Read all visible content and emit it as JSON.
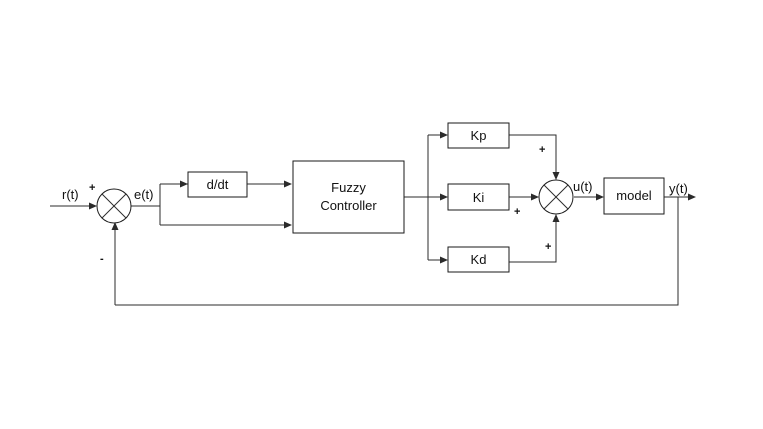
{
  "signals": {
    "reference": "r(t)",
    "error": "e(t)",
    "control": "u(t)",
    "output": "y(t)"
  },
  "blocks": {
    "derivative": "d/dt",
    "fuzzy_line1": "Fuzzy",
    "fuzzy_line2": "Controller",
    "kp": "Kp",
    "ki": "Ki",
    "kd": "Kd",
    "plant": "model"
  },
  "signs": {
    "ref_plus": "+",
    "feedback_minus": "-",
    "kp_plus": "+",
    "ki_plus": "+",
    "kd_plus": "+"
  }
}
